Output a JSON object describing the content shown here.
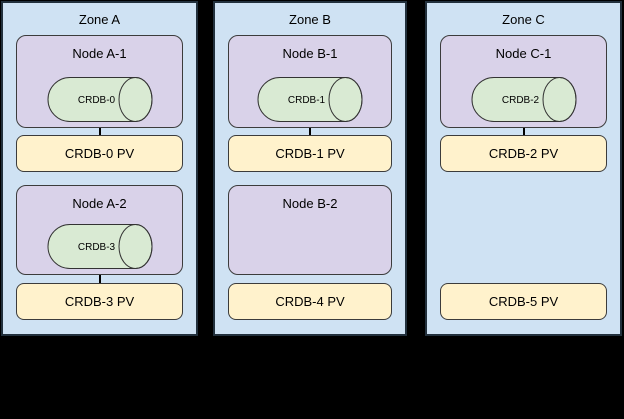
{
  "colors": {
    "background": "#000000",
    "zone_fill": "#cfe2f3",
    "node_fill": "#d9d2e9",
    "pod_fill": "#d9ead3",
    "pv_fill": "#fff2cc",
    "stroke": "#333333"
  },
  "zones": [
    {
      "label": "Zone A",
      "slots": [
        {
          "node": {
            "label": "Node A-1",
            "pod": {
              "label": "CRDB-0"
            }
          },
          "pv": {
            "label": "CRDB-0 PV"
          },
          "connected": true
        },
        {
          "node": {
            "label": "Node A-2",
            "pod": {
              "label": "CRDB-3"
            }
          },
          "pv": {
            "label": "CRDB-3 PV"
          },
          "connected": true
        }
      ]
    },
    {
      "label": "Zone B",
      "slots": [
        {
          "node": {
            "label": "Node B-1",
            "pod": {
              "label": "CRDB-1"
            }
          },
          "pv": {
            "label": "CRDB-1 PV"
          },
          "connected": true
        },
        {
          "node": {
            "label": "Node B-2",
            "pod": null
          },
          "pv": {
            "label": "CRDB-4 PV"
          },
          "connected": false
        }
      ]
    },
    {
      "label": "Zone C",
      "slots": [
        {
          "node": {
            "label": "Node C-1",
            "pod": {
              "label": "CRDB-2"
            }
          },
          "pv": {
            "label": "CRDB-2 PV"
          },
          "connected": true
        },
        {
          "node": null,
          "pv": {
            "label": "CRDB-5 PV"
          },
          "connected": false
        }
      ]
    }
  ]
}
